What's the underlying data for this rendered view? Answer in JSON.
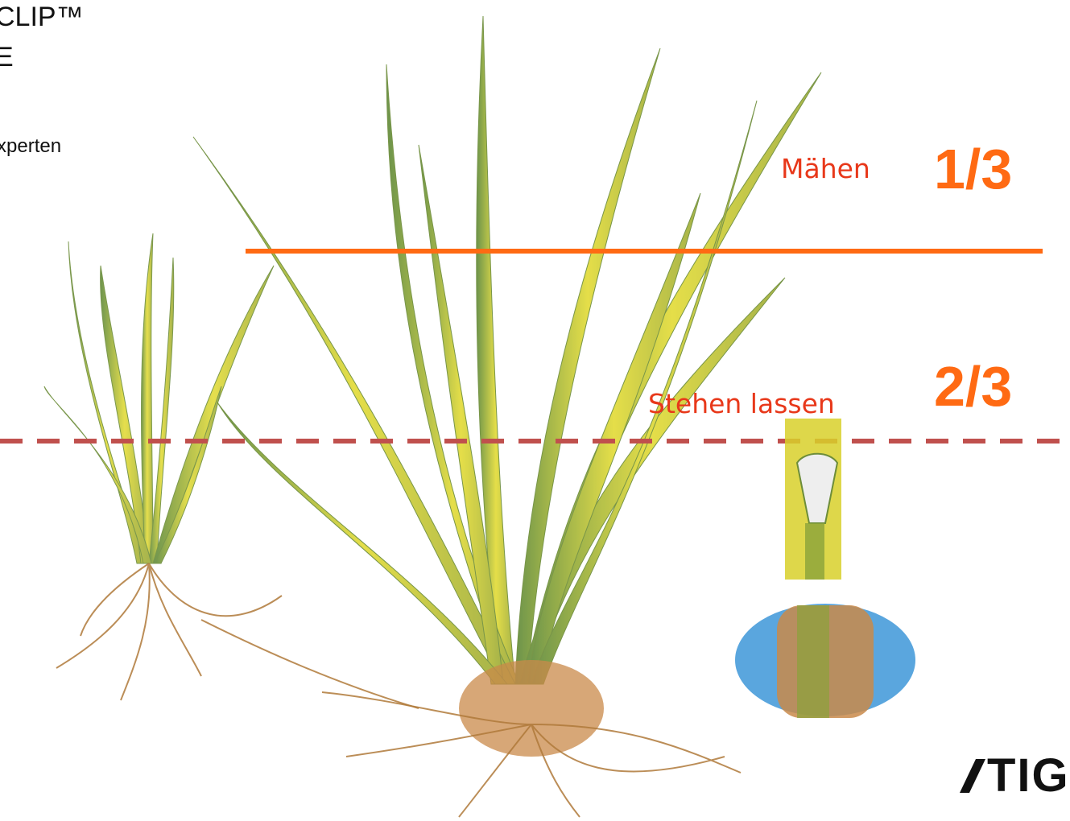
{
  "header": {
    "line1": "CLIP™",
    "line2": "E",
    "line3": "xperten"
  },
  "labels": {
    "mow": "Mähen",
    "keep": "Stehen lassen",
    "fraction_top": "1/3",
    "fraction_bottom": "2/3"
  },
  "logo": {
    "text": "TIG"
  },
  "colors": {
    "accent": "#ff6a13",
    "label_red": "#e8381a",
    "dashed_line": "#c0504d",
    "grass_yellow": "#d8d02a",
    "grass_green": "#5f8a3c",
    "root_brown": "#b07a3a",
    "seed_blue": "#5aa6de"
  },
  "icons": {
    "grass_illustration": "grass-plant-illustration",
    "seed": "grass-seed-cross-section",
    "logo_mark": "stiga-slash-mark"
  }
}
